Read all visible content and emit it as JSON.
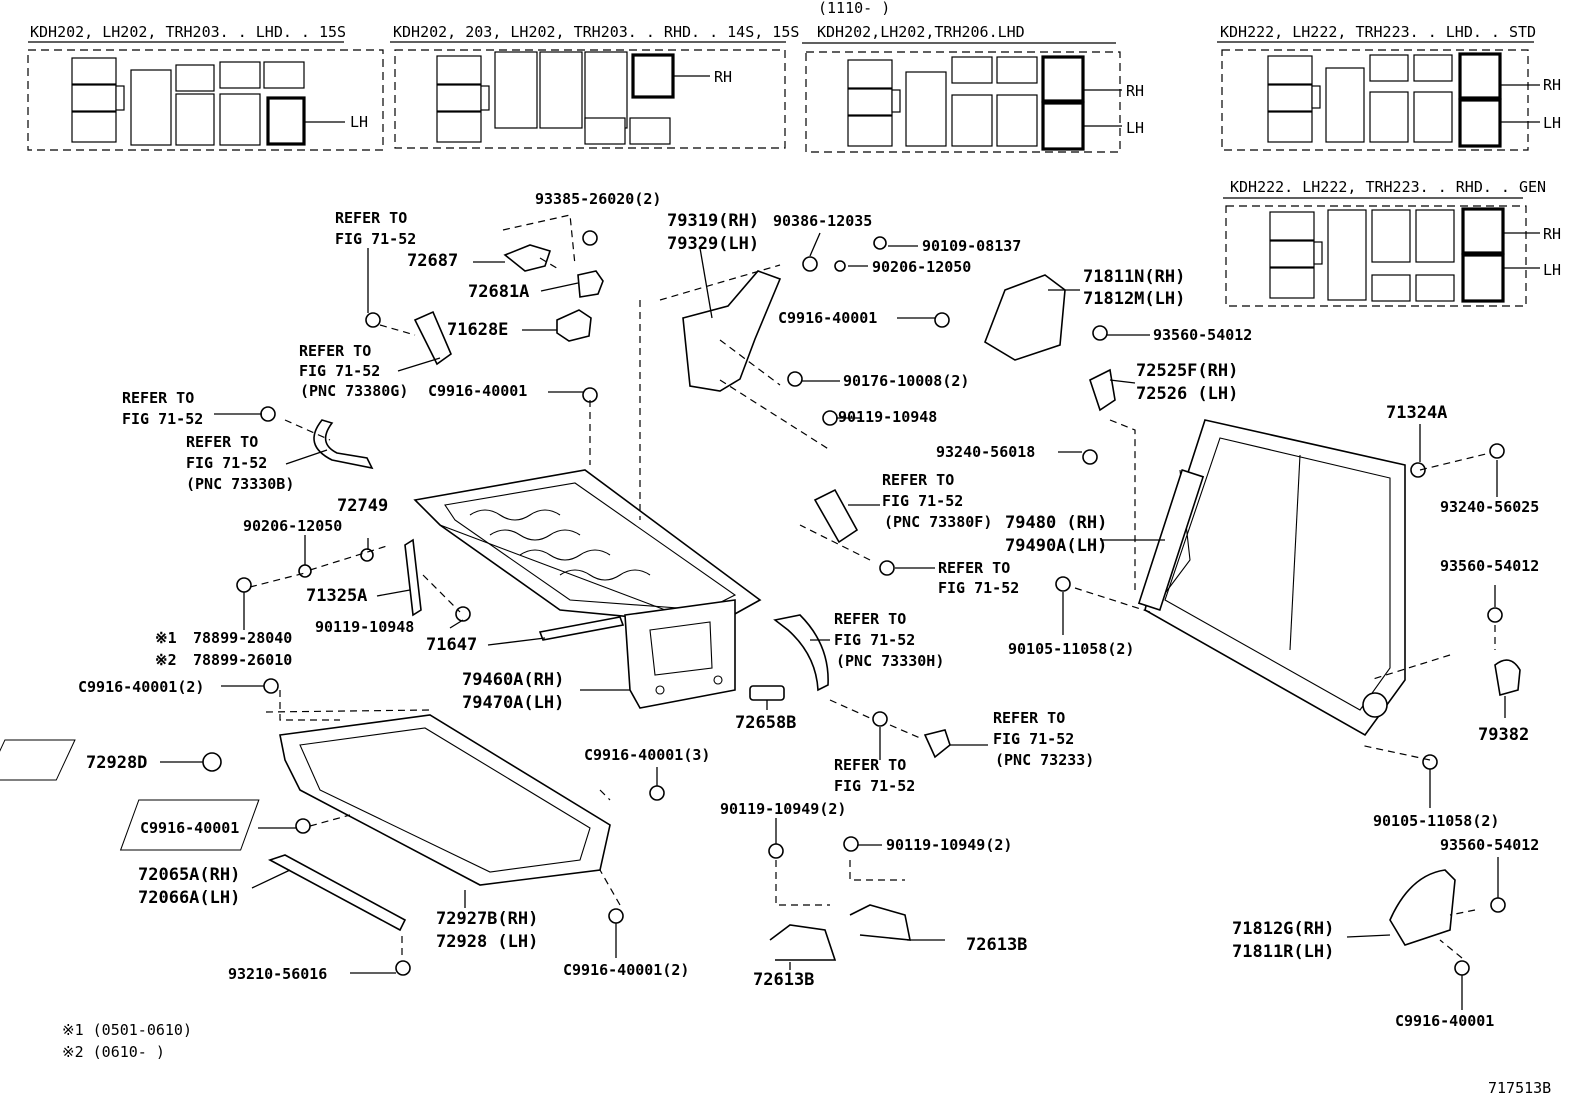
{
  "diagram_id": "717513B",
  "headers": [
    "KDH202, LH202, TRH203. . LHD. . 15S",
    "KDH202, 203, LH202, TRH203. . RHD. . 14S, 15S",
    "(1110-      )",
    "KDH202,LH202,TRH206.LHD",
    "KDH222, LH222, TRH223. . LHD. . STD",
    "KDH222. LH222, TRH223. . RHD. . GEN"
  ],
  "side_tags": {
    "lh": "LH",
    "rh": "RH"
  },
  "labels": {
    "p93385": "93385-26020(2)",
    "p79319": "79319(RH)",
    "p90386": "90386-12035",
    "p79329": "79329(LH)",
    "p90109": "90109-08137",
    "p90206a": "90206-12050",
    "p71811n": "71811N(RH)",
    "p71812m": "71812M(LH)",
    "p72687": "72687",
    "p72681a": "72681A",
    "p71628e": "71628E",
    "p93560a": "93560-54012",
    "refer1a": "REFER TO",
    "refer1b": "FIG 71-52",
    "refer2a": "REFER TO",
    "refer2b": "FIG 71-52",
    "refer2c": "(PNC 73380G)",
    "pc9916a": "C9916-40001",
    "pc9916b": "C9916-40001",
    "p90176": "90176-10008(2)",
    "p72525f": "72525F(RH)",
    "p72526": "72526 (LH)",
    "refer3a": "REFER TO",
    "refer3b": "FIG 71-52",
    "refer4a": "REFER TO",
    "refer4b": "FIG 71-52",
    "refer4c": "(PNC 73330B)",
    "p90119a": "90119-10948",
    "p93240a": "93240-56018",
    "p71324a": "71324A",
    "refer5a": "REFER TO",
    "refer5b": "FIG 71-52",
    "refer5c": "(PNC 73380F)",
    "p79480": "79480 (RH)",
    "p79490a": "79490A(LH)",
    "p93240b": "93240-56025",
    "p72749": "72749",
    "p90206b": "90206-12050",
    "refer6a": "REFER TO",
    "refer6b": "FIG 71-52",
    "p93560b": "93560-54012",
    "p71325a": "71325A",
    "p90105a": "90105-11058(2)",
    "p90119b": "90119-10948",
    "p71647": "71647",
    "refer7a": "REFER TO",
    "refer7b": "FIG 71-52",
    "refer7c": "(PNC 73330H)",
    "p78899a": "78899-28040",
    "p78899b": "78899-26010",
    "mark1": "※1",
    "mark2": "※2",
    "p79460a": "79460A(RH)",
    "p79470a": "79470A(LH)",
    "pc9916c": "C9916-40001(2)",
    "p72658b": "72658B",
    "refer8a": "REFER TO",
    "refer8b": "FIG 71-52",
    "refer8c": "(PNC 73233)",
    "p79382": "79382",
    "p72928d": "72928D",
    "pc9916d": "C9916-40001(3)",
    "refer9a": "REFER TO",
    "refer9b": "FIG 71-52",
    "pc9916e": "C9916-40001",
    "p90119c": "90119-10949(2)",
    "p90119d": "90119-10949(2)",
    "p90105b": "90105-11058(2)",
    "p93560c": "93560-54012",
    "p72065a": "72065A(RH)",
    "p72066a": "72066A(LH)",
    "p72927b": "72927B(RH)",
    "p72928": "72928 (LH)",
    "pc9916f": "C9916-40001(2)",
    "p72613b1": "72613B",
    "p72613b2": "72613B",
    "p71812g": "71812G(RH)",
    "p71811r": "71811R(LH)",
    "p93210": "93210-56016",
    "pc9916g": "C9916-40001",
    "fn1": "※1 (0501-0610)",
    "fn2": "※2 (0610-      )"
  }
}
